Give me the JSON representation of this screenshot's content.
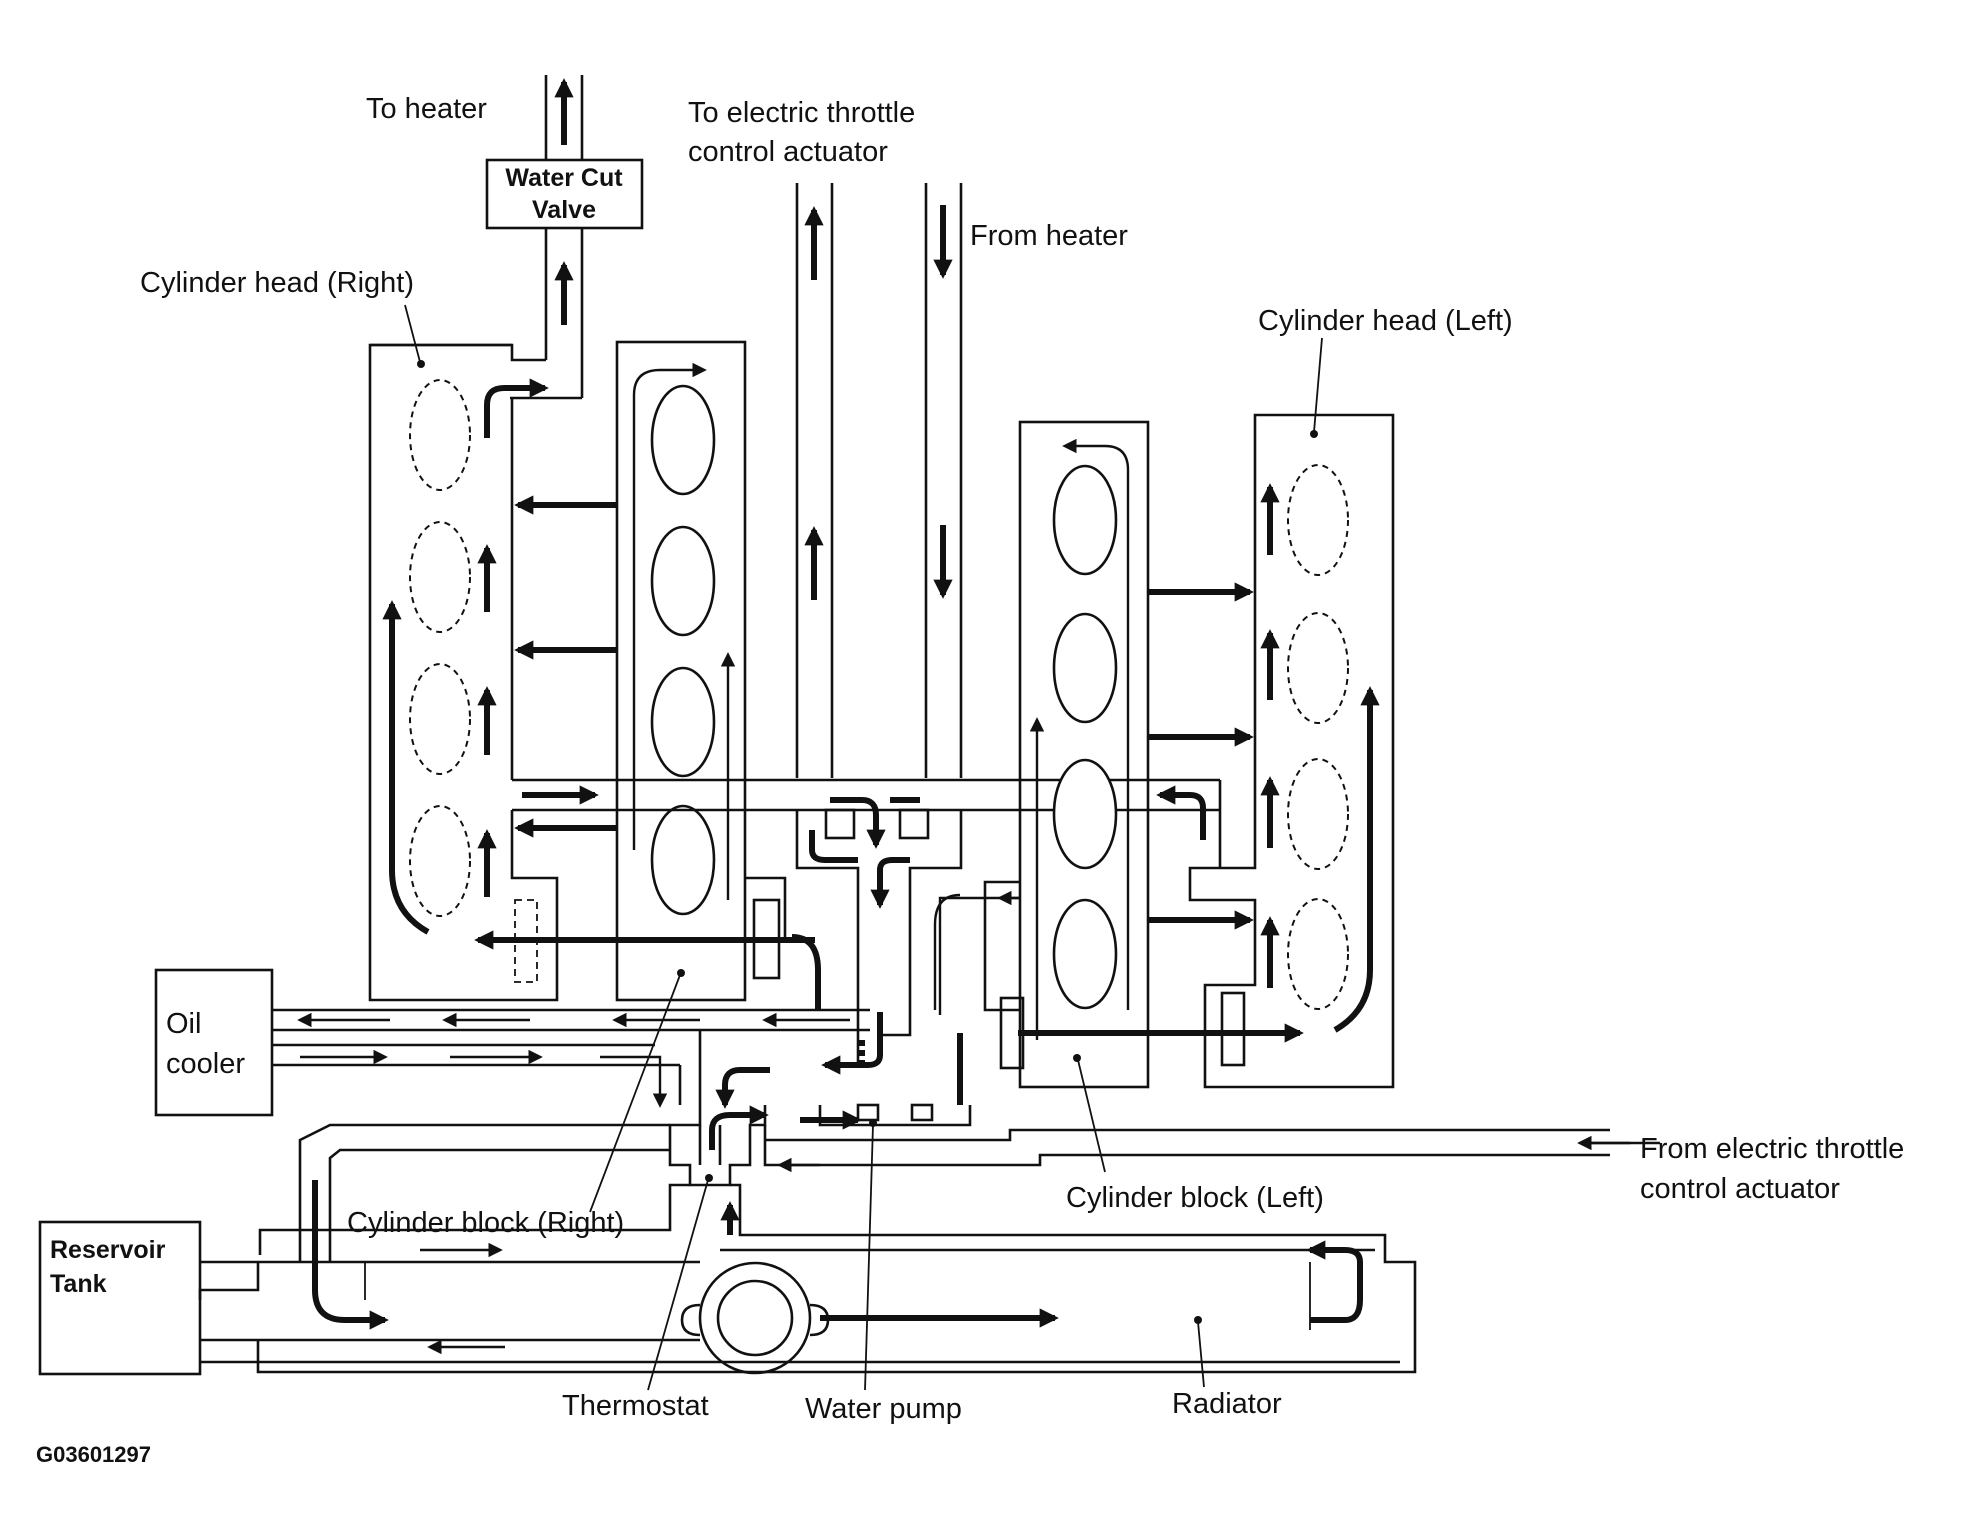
{
  "labels": {
    "to_heater": "To heater",
    "water_cut_valve_line1": "Water Cut",
    "water_cut_valve_line2": "Valve",
    "to_throttle_line1": "To electric throttle",
    "to_throttle_line2": "control actuator",
    "from_heater": "From heater",
    "cyl_head_right": "Cylinder head (Right)",
    "cyl_head_left": "Cylinder head (Left)",
    "oil_cooler_line1": "Oil",
    "oil_cooler_line2": "cooler",
    "reservoir_line1": "Reservoir",
    "reservoir_line2": "Tank",
    "cyl_block_right": "Cylinder block (Right)",
    "cyl_block_left": "Cylinder block (Left)",
    "from_throttle_line1": "From electric throttle",
    "from_throttle_line2": "control actuator",
    "thermostat": "Thermostat",
    "water_pump": "Water pump",
    "radiator": "Radiator",
    "figure_code": "G03601297"
  }
}
